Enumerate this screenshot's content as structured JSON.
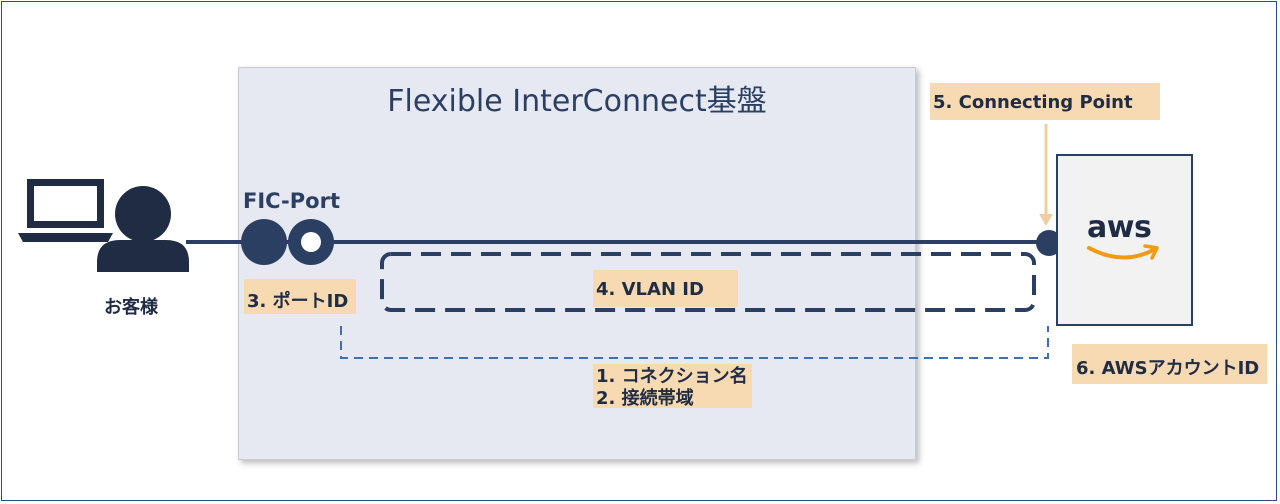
{
  "platform": {
    "title": "Flexible InterConnect基盤"
  },
  "customer": {
    "label": "お客様"
  },
  "fic_port": {
    "label": "FIC-Port"
  },
  "aws": {
    "logo_text": "aws"
  },
  "labels": {
    "port_id": "3. ポートID",
    "vlan_id": "4. VLAN ID",
    "connecting_point": "5. Connecting Point",
    "aws_account_id": "6. AWSアカウントID",
    "connection_name": "1. コネクション名",
    "bandwidth": "2. 接続帯域"
  },
  "colors": {
    "navy": "#1f2c44",
    "line": "#2b3f63",
    "label_bg": "#f7d9b2",
    "platform_bg": "#e6e8f2",
    "dashed_blue": "#3f6fb5",
    "aws_smile": "#f29a12"
  },
  "icons": [
    "laptop-icon",
    "person-icon",
    "port-icon",
    "aws-logo-icon",
    "arrow-down-icon"
  ]
}
